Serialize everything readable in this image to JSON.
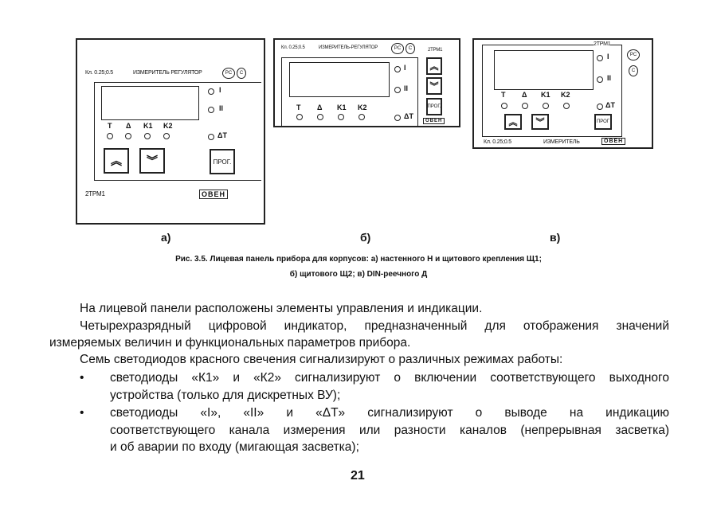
{
  "figure": {
    "panels": [
      {
        "id": "a",
        "class_label": "Кл. 0.25;0.5",
        "title": "ИЗМЕРИТЕЛЬ РЕГУЛЯТОР",
        "model": "2ТРМ1",
        "leds_bottom": [
          "T",
          "Δ",
          "K1",
          "K2"
        ],
        "leds_right": [
          "I",
          "II",
          "ΔT"
        ],
        "prog": "ПРОГ.",
        "brand": "ОВЕН"
      },
      {
        "id": "b",
        "class_label": "Кл. 0.25;0.5",
        "title": "ИЗМЕРИТЕЛЬ-РЕГУЛЯТОР",
        "model": "2ТРМ1",
        "leds_bottom": [
          "T",
          "Δ",
          "K1",
          "K2"
        ],
        "leds_right": [
          "I",
          "II",
          "ΔT"
        ],
        "prog": "ПРОГ.",
        "brand": "ОВЕН"
      },
      {
        "id": "c",
        "class_label": "Кл. 0.25;0.5",
        "title": "ИЗМЕРИТЕЛЬ",
        "model": "2ТРМ1",
        "leds_bottom": [
          "T",
          "Δ",
          "K1",
          "K2"
        ],
        "leds_right": [
          "I",
          "II",
          "ΔT"
        ],
        "prog": "ПРОГ",
        "brand": "ОВЕН"
      }
    ],
    "labels": [
      "а)",
      "б)",
      "в)"
    ],
    "caption_line1": "Рис. 3.5. Лицевая панель прибора для корпусов: а) настенного Н и щитового крепления Щ1;",
    "caption_line2": "б) щитового Щ2; в) DIN-реечного Д"
  },
  "body": {
    "p1": "На лицевой панели расположены элементы управления и индикации.",
    "p2a": "Четырехразрядный цифровой индикатор, предназначенный для отображения значений",
    "p2b": "измеряемых величин и функциональных параметров прибора.",
    "p3": "Семь светодиодов красного свечения сигнализируют о различных режимах работы:",
    "b1a": "светодиоды «К1» и «К2» сигнализируют о включении соответствующего выходного",
    "b1b": "устройства (только для дискретных ВУ);",
    "b2a": "светодиоды «I», «II» и «ΔT» сигнализируют о выводе на индикацию",
    "b2b": "соответствующего канала измерения или разности каналов (непрерывная засветка)",
    "b2c": "и об аварии по входу (мигающая засветка);",
    "bullet": "•"
  },
  "page_number": "21"
}
